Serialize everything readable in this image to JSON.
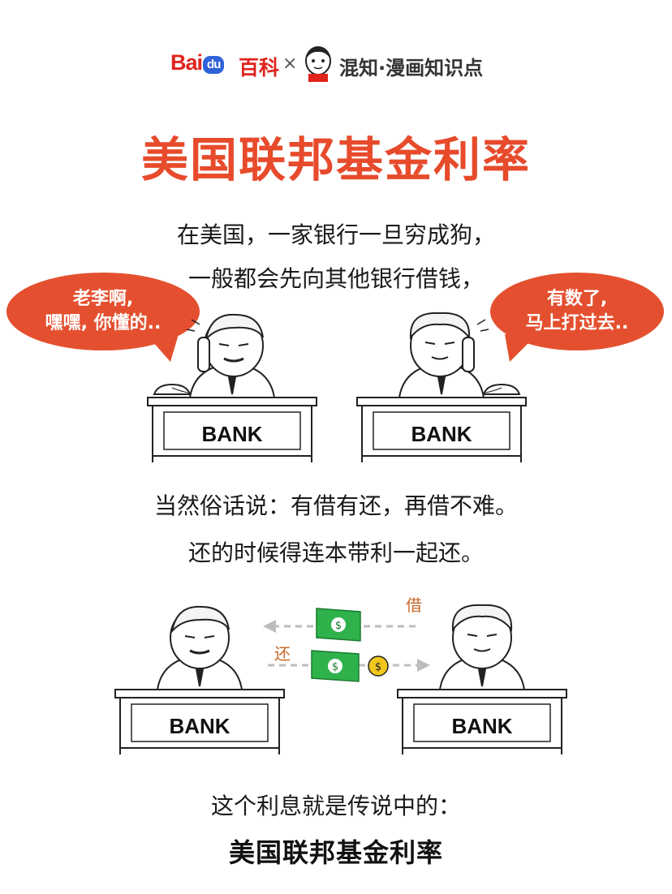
{
  "header": {
    "baidu_logo": {
      "bai": "Bai",
      "du": "du"
    },
    "baike": "百科",
    "separator": "×",
    "partner": "混知·漫画知识点"
  },
  "title": "美国联邦基金利率",
  "intro": [
    "在美国，一家银行一旦穷成狗，",
    "一般都会先向其他银行借钱，"
  ],
  "bubble_left": [
    "老李啊,",
    "嘿嘿, 你懂的.."
  ],
  "bubble_right": [
    "有数了,",
    "马上打过去.."
  ],
  "bank_label": "BANK",
  "middle": [
    "当然俗话说：有借有还，再借不难。",
    "还的时候得连本带利一起还。"
  ],
  "arrows": {
    "borrow": "借",
    "repay": "还"
  },
  "conclusion": "这个利息就是传说中的：",
  "final_term": "美国联邦基金利率",
  "colors": {
    "accent": "#e74b2c",
    "bubble": "#e4502f",
    "money_green": "#2fb24b",
    "coin": "#f2c81e"
  }
}
